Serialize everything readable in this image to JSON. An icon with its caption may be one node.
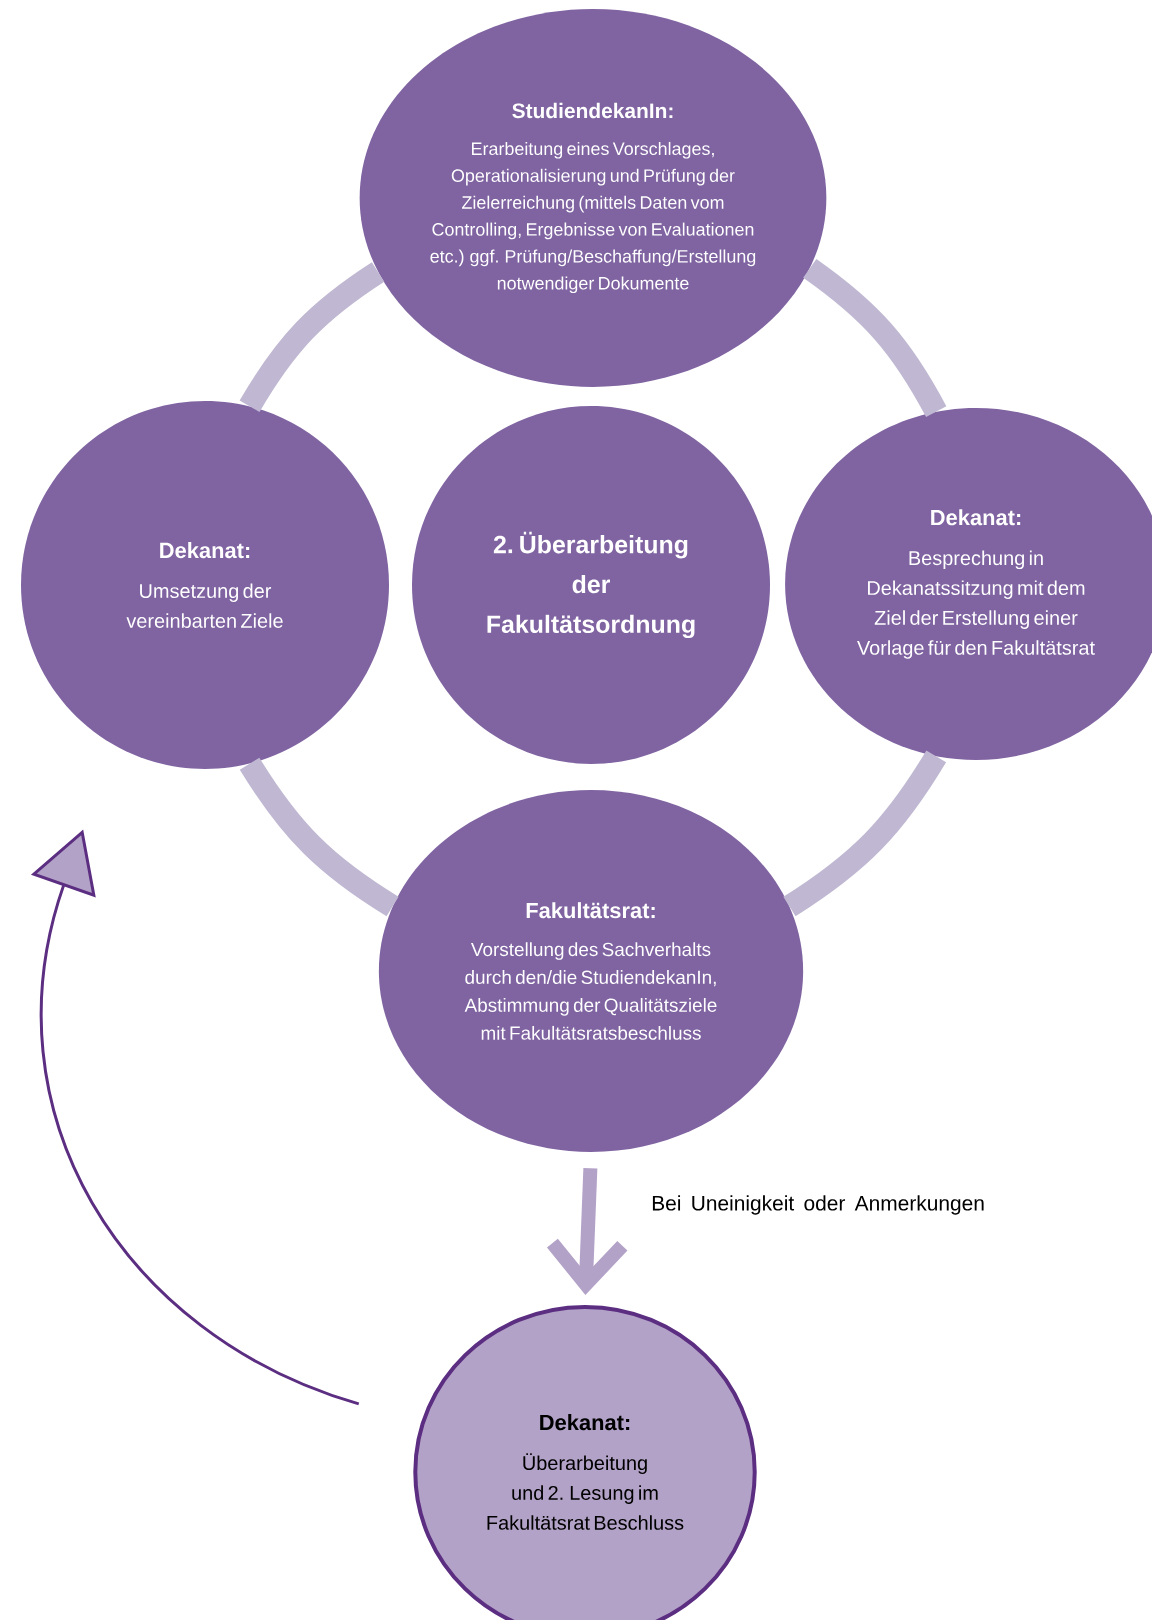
{
  "diagram": {
    "nodes": [
      {
        "text": [
          "StudiendekanIn:",
          "Erarbeitung eines Vorschlages, Operationalisierung und Prüfung der Zielerreichung (mittels Daten vom Controlling, Ergebnisse von Evaluationen etc.) ggf. Prüfung/Beschaffung/Erstellung notwendiger Dokumente"
        ]
      },
      {
        "text": [
          "Dekanat:",
          "Umsetzung der vereinbarten Ziele"
        ]
      },
      {
        "text": [
          "2. Überarbeitung der Fakultätsordnung"
        ]
      },
      {
        "text": [
          "Dekanat:",
          "Besprechung in Dekanatssitzung mit dem Ziel der Erstellung einer Vorlage für den Fakultätsrat"
        ]
      },
      {
        "text": [
          "Fakultätsrat:",
          "Vorstellung des Sachverhalts durch den/die StudiendekanIn, Abstimmung der Qualitätsziele mit Fakultätsratsbeschluss"
        ]
      },
      {
        "text": [
          "Dekanat:",
          "Überarbeitung und 2. Lesung im Fakultätsrat Beschluss"
        ]
      }
    ],
    "edges": [
      {
        "from": 0,
        "to": 3,
        "arrow": "none"
      },
      {
        "from": 3,
        "to": 4,
        "arrow": "none"
      },
      {
        "from": 4,
        "to": 1,
        "arrow": "none"
      },
      {
        "from": 1,
        "to": 0,
        "arrow": "none"
      },
      {
        "from": 4,
        "to": 5,
        "arrow": "to",
        "label": "Bei Uneinigkeit oder Anmerkungen"
      },
      {
        "from": 5,
        "to": 1,
        "arrow": "to",
        "color": "#5c2e82"
      }
    ]
  }
}
